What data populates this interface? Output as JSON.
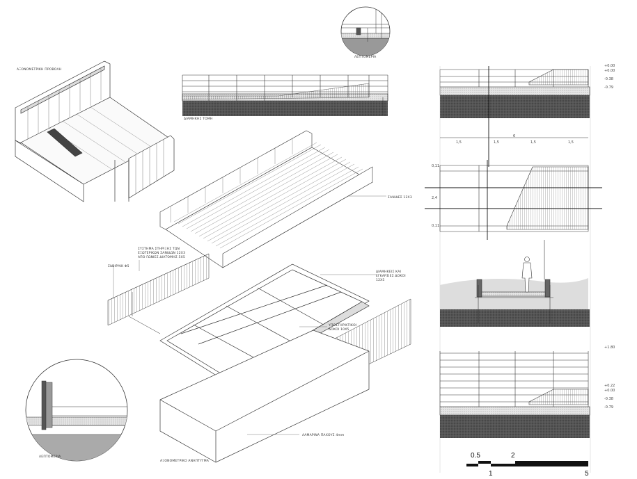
{
  "labels": {
    "axon_view": "ΑΞΟΝΟΜΕΤΡΙΚΗ ΠΡΟΒΟΛΗ",
    "long_section": "ΔΙΑΜΗΚΗΣ ΤΟΜΗ",
    "detail_top": "ΛΕΠΤΟΜΕΡΙΑ",
    "detail_bottom": "ΛΕΠΤΟΜΕΡΙΑ",
    "planks": "ΣΑΝΙΔΕΣ 12Χ3",
    "support_system": "ΣΥΣΤΗΜΑ ΣΤΗΡΙΞΗΣ ΤΩΝ ΕΞΩΤΕΡΙΚΩΝ ΣΑΝΙΔΩΝ 12Χ3 ΑΠΟ ΓΩΝΙΕΣ ΔΙΑΤΟΜΗΣ 5Χ5",
    "rebar": "ΣΙΔΗΡΑΙΚ Φ5",
    "beams": "ΔΙΑΜΗΚΕΙΣ ΚΑΙ ΕΓΚΑΡΣΙΕΣ ΔΟΚΟΙ 12Χ5",
    "aux_beams": "ΥΠΟΣΤΗΡΙΚΤΙΚΟΙ ΔΟΚΟΙ 10Χ5",
    "sheet_metal": "ΛΑΜΑΡΙΝΑ ΠΑΧΟΥΣ 4mm",
    "axon_exploded": "ΑΞΟΝΟΜΕΤΡΙΚΟ ΑΝΑΠΤΥΓΜΑ"
  },
  "elevations": {
    "section1": [
      "+0.00",
      "+0.00",
      "-0.38",
      "-0.79"
    ],
    "section4": [
      "+1.80",
      "+0.22",
      "+0.00",
      "-0.38",
      "-0.79"
    ]
  },
  "dimensions": {
    "total": "6",
    "segments": [
      "1,5",
      "1,5",
      "1,5",
      "1,5"
    ],
    "side": [
      "0,11",
      "2,4",
      "0,11"
    ]
  },
  "scale_bar": {
    "top": [
      "0.5",
      "2"
    ],
    "bottom": [
      "1",
      "5"
    ]
  }
}
